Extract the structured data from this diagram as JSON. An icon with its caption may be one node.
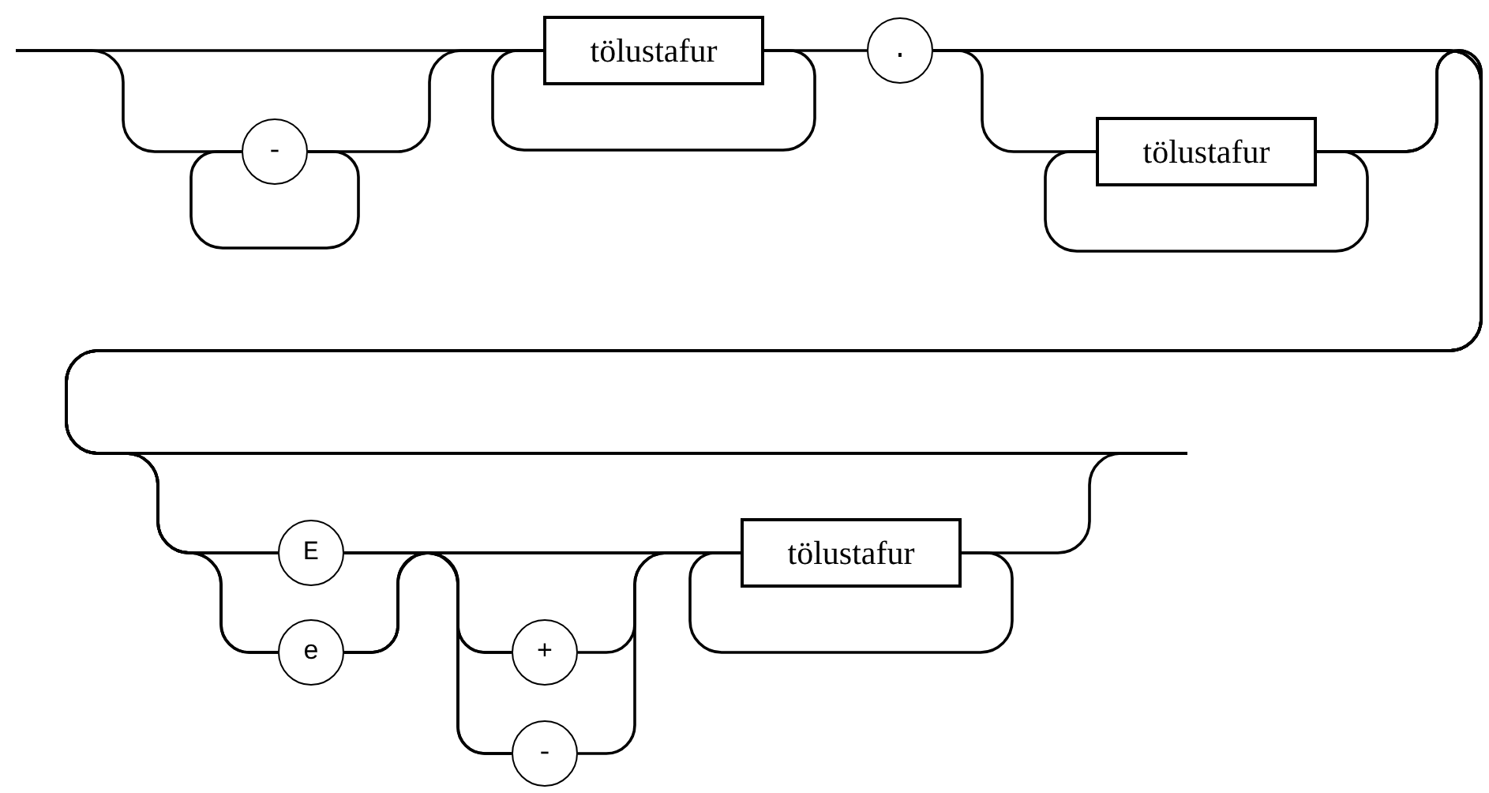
{
  "diagram": {
    "nodes": [
      {
        "text": [
          "-"
        ]
      },
      {
        "text": [
          "tölustafur"
        ]
      },
      {
        "text": [
          "."
        ]
      },
      {
        "text": [
          "tölustafur"
        ]
      },
      {
        "text": [
          "E"
        ]
      },
      {
        "text": [
          "e"
        ]
      },
      {
        "text": [
          "+"
        ]
      },
      {
        "text": [
          "-"
        ]
      },
      {
        "text": [
          "tölustafur"
        ]
      }
    ],
    "edges": [
      {
        "from": null,
        "to": 0,
        "arrow": "none"
      },
      {
        "from": null,
        "to": 1,
        "arrow": "none"
      },
      {
        "from": 0,
        "to": 0,
        "arrow": "none"
      },
      {
        "from": 0,
        "to": 1,
        "arrow": "none"
      },
      {
        "from": 1,
        "to": 1,
        "arrow": "none"
      },
      {
        "from": 1,
        "to": 2,
        "arrow": "none"
      },
      {
        "from": 2,
        "to": 3,
        "arrow": "none"
      },
      {
        "from": 3,
        "to": 3,
        "arrow": "none"
      },
      {
        "from": 2,
        "to": 4,
        "arrow": "none"
      },
      {
        "from": 2,
        "to": 5,
        "arrow": "none"
      },
      {
        "from": 2,
        "to": null,
        "arrow": "none"
      },
      {
        "from": 3,
        "to": 4,
        "arrow": "none"
      },
      {
        "from": 3,
        "to": 5,
        "arrow": "none"
      },
      {
        "from": 3,
        "to": null,
        "arrow": "none"
      },
      {
        "from": 4,
        "to": 6,
        "arrow": "none"
      },
      {
        "from": 4,
        "to": 7,
        "arrow": "none"
      },
      {
        "from": 4,
        "to": 8,
        "arrow": "none"
      },
      {
        "from": 5,
        "to": 6,
        "arrow": "none"
      },
      {
        "from": 5,
        "to": 7,
        "arrow": "none"
      },
      {
        "from": 5,
        "to": 8,
        "arrow": "none"
      },
      {
        "from": 6,
        "to": 8,
        "arrow": "none"
      },
      {
        "from": 7,
        "to": 8,
        "arrow": "none"
      },
      {
        "from": 8,
        "to": 8,
        "arrow": "none"
      },
      {
        "from": 8,
        "to": null,
        "arrow": "none"
      }
    ]
  }
}
